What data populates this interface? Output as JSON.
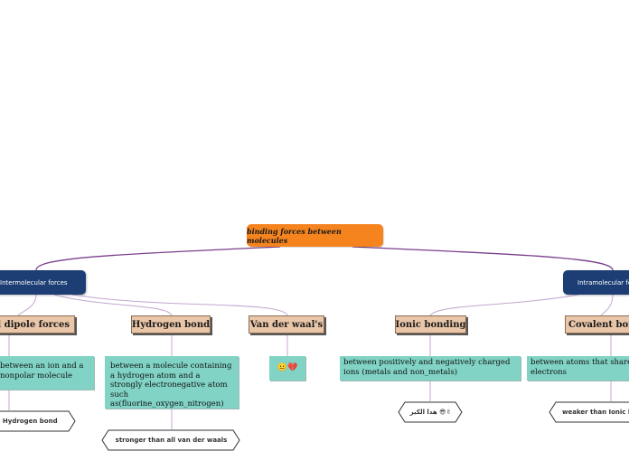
{
  "root": {
    "title": "binding forces between molecules"
  },
  "main": {
    "left": {
      "label": "Intermolecular forces"
    },
    "right": {
      "label": "Intramolecular forces"
    }
  },
  "topics": [
    {
      "label": "Induced dipole forces",
      "description": "between an ion and a nonpolar molecule",
      "note": "weaker than Hydrogen bond"
    },
    {
      "label": "Hydrogen bond",
      "description": "between a molecule containing a hydrogen atom and a strongly electronegative atom such as(fluorine_oxygen_nitrogen)",
      "note": "stronger than all van der waals"
    },
    {
      "label": "Van der waal's",
      "description": "😐💔"
    },
    {
      "label": "Ionic bonding",
      "description": "between positively and negatively charged ions (metals and non_metals)",
      "note": "هذا الكير 😎✌"
    },
    {
      "label": "Covalent bond",
      "description": "between atoms that share a pair of electrons",
      "note": "weaker than Ionic bond"
    }
  ],
  "colors": {
    "root": "#f5841f",
    "main": "#1c3e74",
    "topic": "#e9c6a8",
    "description": "#80d3c5",
    "connector": "#7b3f8c"
  }
}
